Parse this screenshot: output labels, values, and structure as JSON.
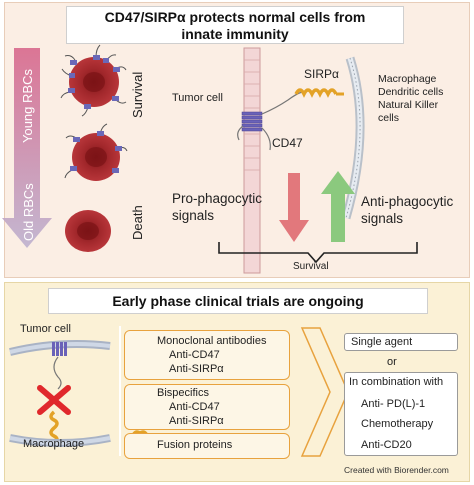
{
  "top_panel": {
    "title_line1": "CD47/SIRPα protects normal cells from",
    "title_line2": "innate immunity",
    "young_rbcs": "Young RBCs",
    "old_rbcs": "Old RBCs",
    "survival": "Survival",
    "death": "Death",
    "tumor_cell": "Tumor cell",
    "sirpa": "SIRPα",
    "cd47": "CD47",
    "immune_cells": [
      "Macrophage",
      "Dendritic cells",
      "Natural Killer",
      "cells"
    ],
    "pro_phagocytic": [
      "Pro-phagocytic",
      "signals"
    ],
    "anti_phagocytic": [
      "Anti-phagocytic",
      "signals"
    ],
    "bracket_label": "Survival",
    "colors": {
      "pro_arrow": "#e2787c",
      "anti_arrow": "#8bc97e",
      "rbc": "#a8292d",
      "gradient_top": "#d86a8e",
      "gradient_bottom": "#bcaecd"
    }
  },
  "bottom_panel": {
    "title": "Early phase clinical trials are ongoing",
    "tumor_cell": "Tumor cell",
    "macrophage": "Macrophage",
    "monoclonal": {
      "heading": "Monoclonal antibodies",
      "items": [
        "Anti-CD47",
        "Anti-SIRPα"
      ]
    },
    "bispecifics": {
      "heading": "Bispecifics",
      "items": [
        "Anti-CD47",
        "Anti-SIRPα"
      ]
    },
    "fusion": {
      "heading": "Fusion proteins"
    },
    "single_agent": "Single agent",
    "or": "or",
    "combination": {
      "heading": "In combination with",
      "items": [
        "Anti- PD(L)-1",
        "Chemotherapy",
        "Anti-CD20"
      ]
    },
    "credit": "Created with Biorender.com"
  }
}
